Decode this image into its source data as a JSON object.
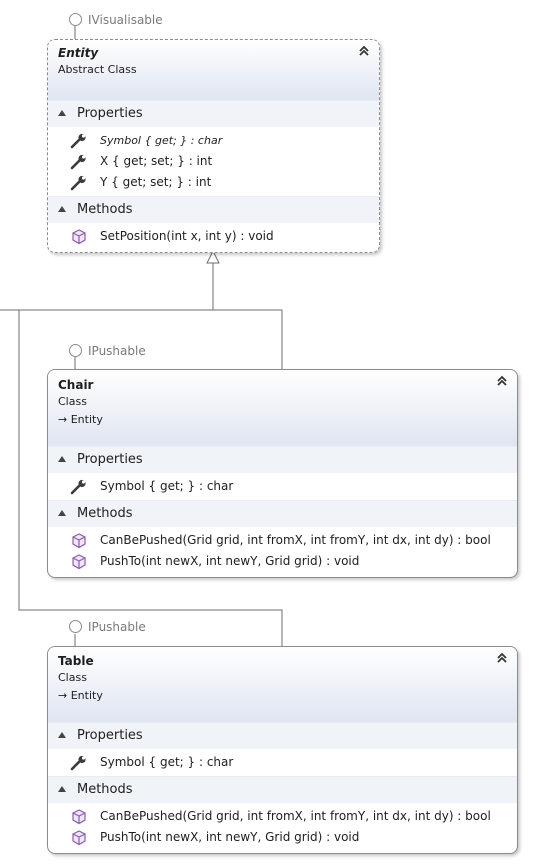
{
  "interfaces": {
    "entity": "IVisualisable",
    "chair": "IPushable",
    "table": "IPushable"
  },
  "icons": {
    "property": "wrench-icon",
    "method": "cube-icon",
    "interface": "lollipop-icon",
    "collapse": "double-chevron-up-icon",
    "section": "triangle-expander-icon"
  },
  "colors": {
    "header_gradient_end": "#dfe5f1",
    "section_background": "#f0f3f8",
    "border": "#8c8c8c",
    "method_icon": "#8a5cb8"
  },
  "classes": {
    "entity": {
      "name": "Entity",
      "kind": "Abstract Class",
      "properties_label": "Properties",
      "methods_label": "Methods",
      "properties": [
        "Symbol { get; } : char",
        "X { get; set; } : int",
        "Y { get; set; } : int"
      ],
      "methods": [
        "SetPosition(int x, int y) : void"
      ]
    },
    "chair": {
      "name": "Chair",
      "kind": "Class",
      "base": "→ Entity",
      "properties_label": "Properties",
      "methods_label": "Methods",
      "properties": [
        "Symbol { get; } : char"
      ],
      "methods": [
        "CanBePushed(Grid grid, int fromX, int fromY, int dx, int dy) : bool",
        "PushTo(int newX, int newY, Grid grid) : void"
      ]
    },
    "table": {
      "name": "Table",
      "kind": "Class",
      "base": "→ Entity",
      "properties_label": "Properties",
      "methods_label": "Methods",
      "properties": [
        "Symbol { get; } : char"
      ],
      "methods": [
        "CanBePushed(Grid grid, int fromX, int fromY, int dx, int dy) : bool",
        "PushTo(int newX, int newY, Grid grid) : void"
      ]
    }
  }
}
